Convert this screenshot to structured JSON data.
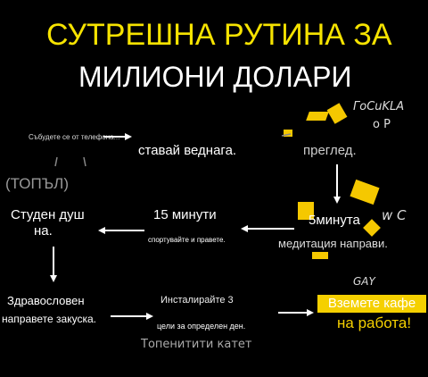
{
  "title": {
    "line1": "СУТРЕШНА РУТИНА ЗА",
    "line2": "МИЛИОНИ ДОЛАРИ"
  },
  "nodes": {
    "top_left_tiny": "Събудете се от телефона...",
    "stavai": "ставай веднага.",
    "pregled": "преглед.",
    "topal": "(ТОПЪЛ)",
    "studen_1": "Студен душ",
    "studen_2": "на.",
    "minuti15": "15 минути",
    "sport": "спортувайте и правете.",
    "minuta5": "5минута",
    "meditacia": "медитация направи.",
    "zdravo_1": "Здравословен",
    "zdravo_2": "направете закуска.",
    "instal": "Инсталирайте 3",
    "celi": "цели за определен ден.",
    "coffee": "Вземете кафе",
    "work": "на работа!"
  },
  "scribbles": {
    "handwritten_top_right": "ГоСuKLA",
    "handwritten_op": "о Р",
    "handwritten_wc": "w С",
    "handwritten_gay": "GAY",
    "handwritten_bottom": "Топенитити катет"
  },
  "colors": {
    "title_yellow": "#f6e300",
    "accent_yellow": "#f5d000",
    "arrow": "#ffffff"
  }
}
